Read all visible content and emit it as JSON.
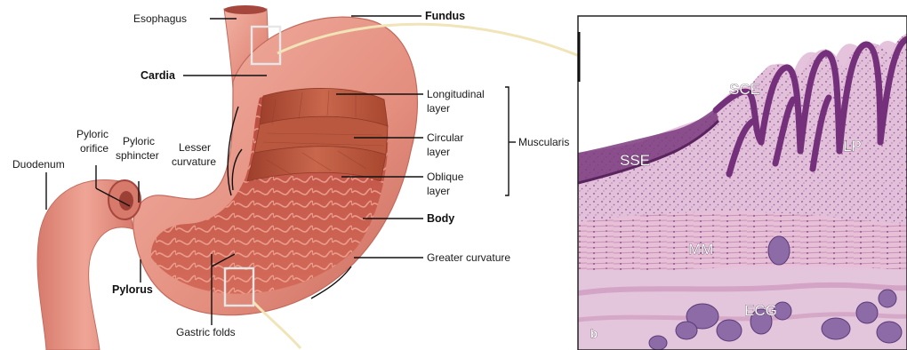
{
  "labels": {
    "esophagus": "Esophagus",
    "fundus": "Fundus",
    "cardia": "Cardia",
    "longitudinal_1": "Longitudinal",
    "longitudinal_2": "layer",
    "circular_1": "Circular",
    "circular_2": "layer",
    "oblique_1": "Oblique",
    "oblique_2": "layer",
    "muscularis": "Muscularis",
    "body": "Body",
    "greater_curvature": "Greater curvature",
    "lesser_curvature_1": "Lesser",
    "lesser_curvature_2": "curvature",
    "pyloric_orifice_1": "Pyloric",
    "pyloric_orifice_2": "orifice",
    "pyloric_sphincter_1": "Pyloric",
    "pyloric_sphincter_2": "sphincter",
    "duodenum": "Duodenum",
    "pylorus": "Pylorus",
    "gastric_folds": "Gastric folds"
  },
  "histology": {
    "sce": "SCE",
    "sse": "SSE",
    "lp": "LP",
    "mm": "MM",
    "ecg": "ECG",
    "panel": "b"
  },
  "colors": {
    "stomach_outer": "#e89a8a",
    "stomach_inner": "#c8584a",
    "muscle": "#b5523c",
    "histology_bg": "#e6c6de",
    "epithelium": "#7b3a7e",
    "glands": "#8a6a9e"
  }
}
